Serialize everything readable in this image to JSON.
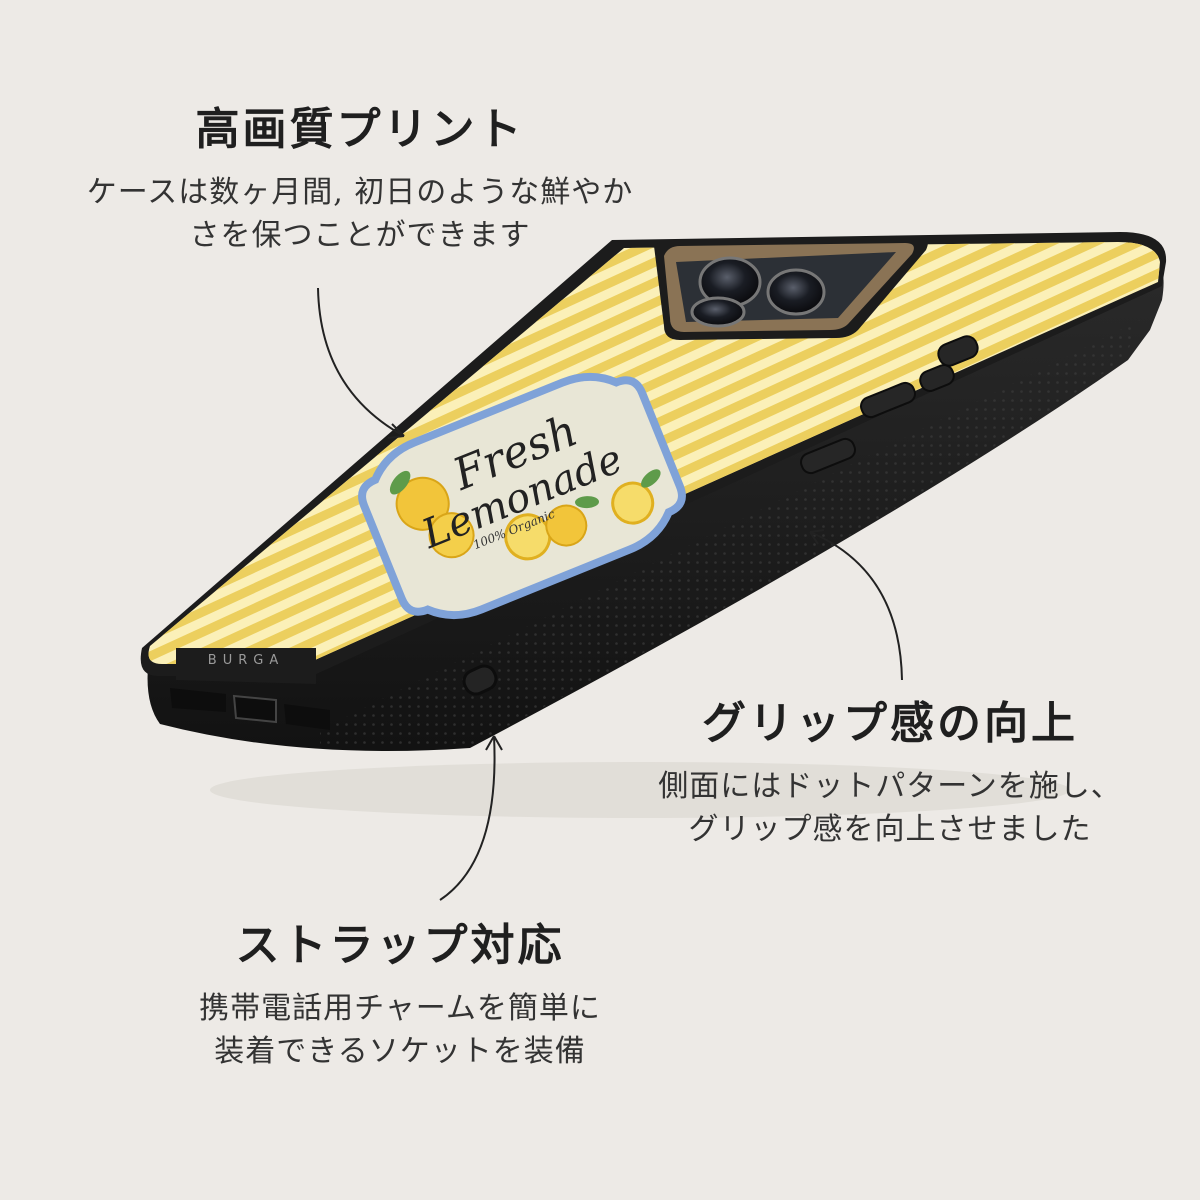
{
  "features": {
    "print": {
      "title": "高画質プリント",
      "lines": [
        "ケースは数ヶ月間, 初日のような鮮やか",
        "さを保つことができます"
      ]
    },
    "grip": {
      "title": "グリップ感の向上",
      "lines": [
        "側面にはドットパターンを施し、",
        "グリップ感を向上させました"
      ]
    },
    "strap": {
      "title": "ストラップ対応",
      "lines": [
        "携帯電話用チャームを簡単に",
        "装着できるソケットを装備"
      ]
    }
  },
  "label": {
    "word1": "Fresh",
    "word2": "Lemonade",
    "subtitle": "100% Organic"
  },
  "brand": "BURGA",
  "colors": {
    "background": "#edeae6",
    "case_black": "#1c1c1c",
    "stripe_yellow": "#eccf5e",
    "stripe_cream": "#fbf0b8",
    "label_blue": "#7fa2d8"
  }
}
